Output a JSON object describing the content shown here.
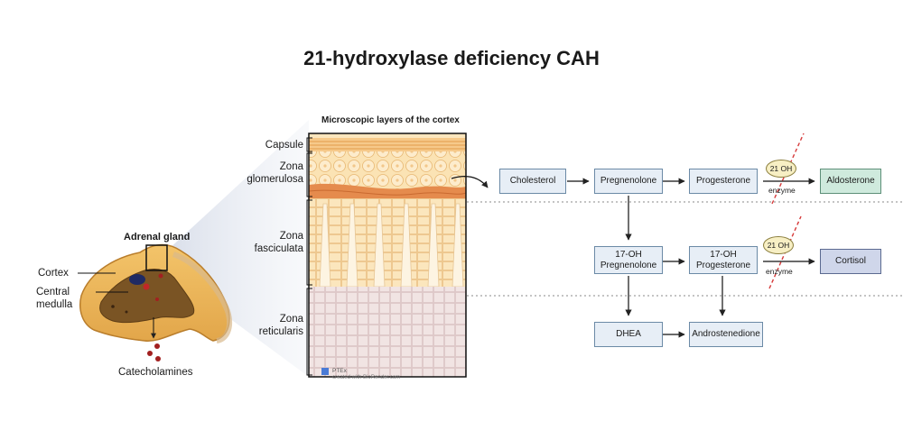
{
  "title": "21-hydroxylase deficiency CAH",
  "gland": {
    "heading": "Adrenal gland",
    "cortex_label": "Cortex",
    "medulla_label_1": "Central",
    "medulla_label_2": "medulla",
    "product_label": "Catecholamines"
  },
  "histology": {
    "heading": "Microscopic layers of the cortex",
    "zones": {
      "capsule": "Capsule",
      "glom_1": "Zona",
      "glom_2": "glomerulosa",
      "fasc_1": "Zona",
      "fasc_2": "fasciculata",
      "ret_1": "Zona",
      "ret_2": "reticularis"
    },
    "watermark_1": "PTEx",
    "watermark_2": "created with BioRender.com"
  },
  "pathway": {
    "cholesterol": "Cholesterol",
    "pregnenolone": "Pregnenolone",
    "progesterone": "Progesterone",
    "aldosterone": "Aldosterone",
    "oh_preg_1": "17-OH",
    "oh_preg_2": "Pregnenolone",
    "oh_prog_1": "17-OH",
    "oh_prog_2": "Progesterone",
    "cortisol": "Cortisol",
    "dhea": "DHEA",
    "androstenedione": "Androstenedione",
    "enzyme_symbol": "21 OH",
    "enzyme_word": "enzyme"
  },
  "colors": {
    "mineralocorticoid": "#cfeadd",
    "glucocorticoid": "#cfd6ea",
    "intermediate": "#e7eef6",
    "block": "#d63a3a"
  }
}
